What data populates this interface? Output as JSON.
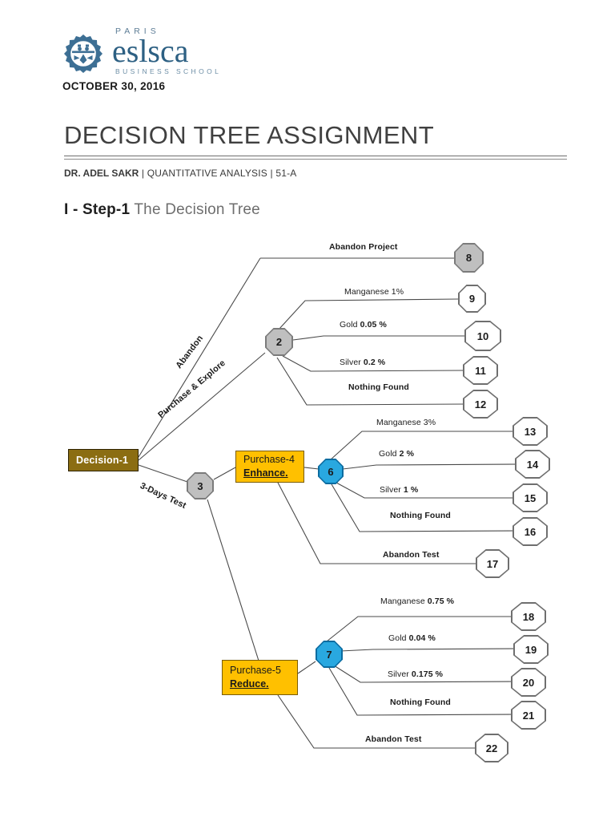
{
  "header": {
    "logo": {
      "mark_icon": "gear-owl-emblem-icon",
      "paris": "PARIS",
      "name": "eslsca",
      "subtitle": "BUSINESS SCHOOL",
      "brand_color": "#2d6083"
    },
    "date": "OCTOBER 30, 2016"
  },
  "title": {
    "main": "DECISION TREE ASSIGNMENT",
    "byline_author": "DR. ADEL SAKR",
    "byline_rest": " | QUANTITATIVE ANALYSIS | 51-A",
    "section_number": "I - Step-1",
    "section_name": " The Decision Tree"
  },
  "tree": {
    "colors": {
      "decision_box": "#8b6d12",
      "purchase_box": "#ffc000",
      "gray_node": "#bfbfbf",
      "blue_node": "#29a8e0",
      "white_node": "#ffffff"
    },
    "boxes": [
      {
        "id": "decision-1",
        "line1": "Decision-1",
        "line2": ""
      },
      {
        "id": "purchase-4",
        "line1": "Purchase-4",
        "line2": "Enhance."
      },
      {
        "id": "purchase-5",
        "line1": "Purchase-5",
        "line2": "Reduce."
      }
    ],
    "nodes": [
      {
        "id": "node-2",
        "label": "2",
        "style": "gray"
      },
      {
        "id": "node-3",
        "label": "3",
        "style": "gray"
      },
      {
        "id": "node-6",
        "label": "6",
        "style": "blue"
      },
      {
        "id": "node-7",
        "label": "7",
        "style": "blue"
      },
      {
        "id": "node-8",
        "label": "8",
        "style": "gray"
      },
      {
        "id": "node-9",
        "label": "9",
        "style": "white"
      },
      {
        "id": "node-10",
        "label": "10",
        "style": "white"
      },
      {
        "id": "node-11",
        "label": "11",
        "style": "white"
      },
      {
        "id": "node-12",
        "label": "12",
        "style": "white"
      },
      {
        "id": "node-13",
        "label": "13",
        "style": "white"
      },
      {
        "id": "node-14",
        "label": "14",
        "style": "white"
      },
      {
        "id": "node-15",
        "label": "15",
        "style": "white"
      },
      {
        "id": "node-16",
        "label": "16",
        "style": "white"
      },
      {
        "id": "node-17",
        "label": "17",
        "style": "white"
      },
      {
        "id": "node-18",
        "label": "18",
        "style": "white"
      },
      {
        "id": "node-19",
        "label": "19",
        "style": "white"
      },
      {
        "id": "node-20",
        "label": "20",
        "style": "white"
      },
      {
        "id": "node-21",
        "label": "21",
        "style": "white"
      },
      {
        "id": "node-22",
        "label": "22",
        "style": "white"
      }
    ],
    "edge_labels": {
      "abandon": "Abandon",
      "purchase_explore": "Purchase & Explore",
      "three_days_test": "3-Days Test",
      "abandon_project": "Abandon Project",
      "b2_manganese": "Manganese 1%",
      "b2_gold_pre": "Gold ",
      "b2_gold_val": "0.05 %",
      "b2_silver_pre": "Silver ",
      "b2_silver_val": "0.2 %",
      "b2_nothing": "Nothing Found",
      "b6_manganese": "Manganese 3%",
      "b6_gold_pre": "Gold ",
      "b6_gold_val": "2 %",
      "b6_silver_pre": "Silver ",
      "b6_silver_val": "1 %",
      "b6_nothing": "Nothing Found",
      "b6_abandon_test": "Abandon Test",
      "b7_manganese_pre": "Manganese ",
      "b7_manganese_val": "0.75 %",
      "b7_gold_pre": "Gold ",
      "b7_gold_val": "0.04 %",
      "b7_silver_pre": "Silver ",
      "b7_silver_val": "0.175 %",
      "b7_nothing": "Nothing Found",
      "b7_abandon_test": "Abandon Test"
    }
  }
}
